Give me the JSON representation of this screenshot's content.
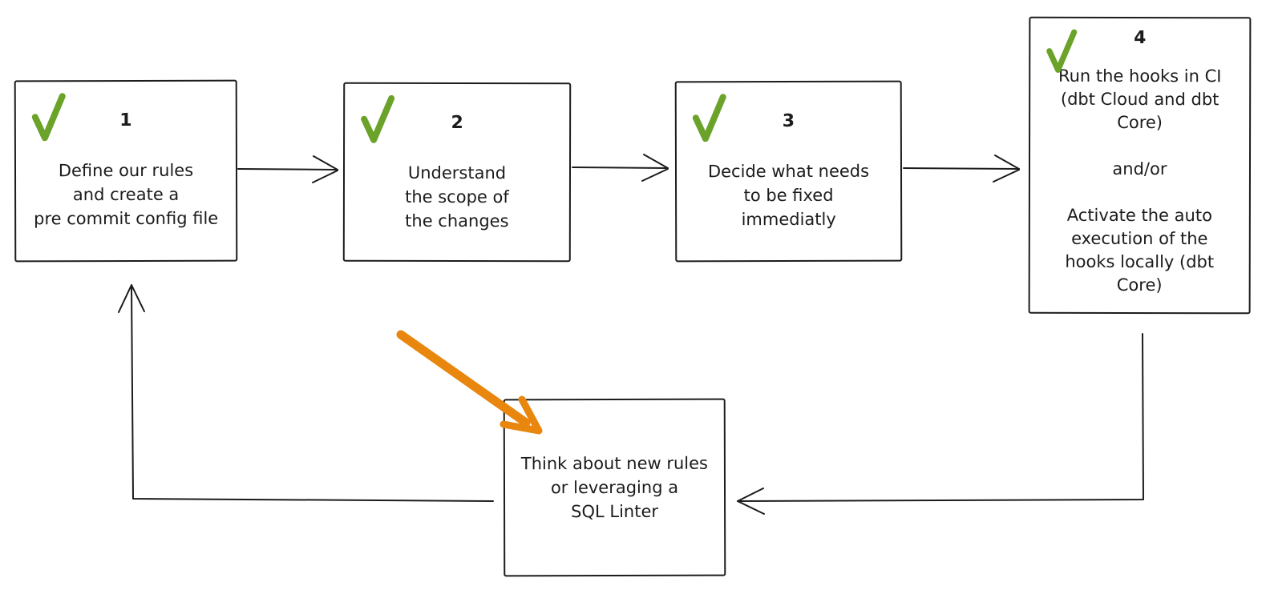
{
  "diagram": {
    "colors": {
      "ink": "#1c1c1c",
      "check_green": "#6ba32a",
      "arrow_orange": "#e8860e",
      "background": "#ffffff"
    },
    "steps": [
      {
        "number": "1",
        "checked": "true",
        "lines": [
          "Define our rules",
          "and create a",
          "pre commit config file"
        ]
      },
      {
        "number": "2",
        "checked": "true",
        "lines": [
          "Understand",
          "the scope of",
          "the changes"
        ]
      },
      {
        "number": "3",
        "checked": "true",
        "lines": [
          "Decide what needs",
          "to be fixed",
          "immediatly"
        ]
      },
      {
        "number": "4",
        "checked": "true",
        "lines": [
          "Run the hooks in CI",
          "(dbt Cloud and dbt",
          "Core)",
          "",
          "and/or",
          "",
          "Activate the auto",
          "execution of the",
          "hooks locally (dbt",
          "Core)"
        ]
      }
    ],
    "loop_box": {
      "lines": [
        "Think about new rules",
        "or leveraging a",
        "SQL Linter"
      ]
    }
  }
}
